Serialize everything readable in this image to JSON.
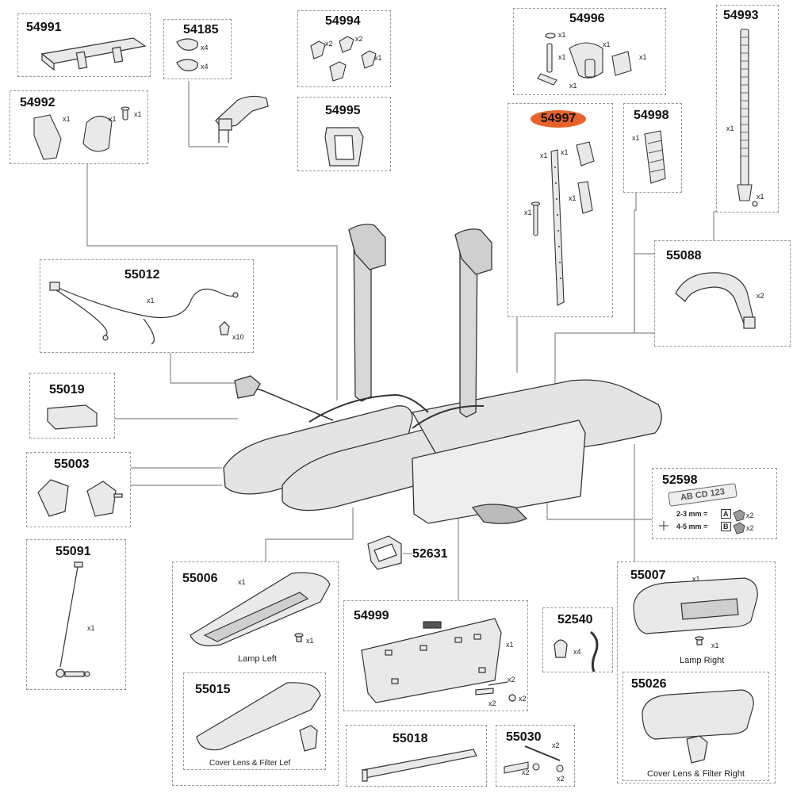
{
  "parts": {
    "p54991": {
      "number": "54991"
    },
    "p54185": {
      "number": "54185",
      "qty_a": "x4",
      "qty_b": "x4"
    },
    "p54994": {
      "number": "54994",
      "qty_a": "x2",
      "qty_b": "x2",
      "qty_c": "x1"
    },
    "p54995": {
      "number": "54995"
    },
    "p54996": {
      "number": "54996",
      "qty_a": "x1",
      "qty_b": "x1",
      "qty_c": "x1",
      "qty_d": "x1",
      "qty_e": "x1"
    },
    "p54993": {
      "number": "54993",
      "qty_a": "x1",
      "qty_b": "x1"
    },
    "p54992": {
      "number": "54992",
      "qty_a": "x1",
      "qty_b": "x1",
      "qty_c": "x1"
    },
    "p54997": {
      "number": "54997",
      "qty_a": "x1",
      "qty_b": "x1",
      "qty_c": "x1",
      "qty_d": "x1"
    },
    "p54998": {
      "number": "54998",
      "qty_a": "x1"
    },
    "p55012": {
      "number": "55012",
      "qty_a": "x1",
      "qty_b": "x10"
    },
    "p55088": {
      "number": "55088",
      "qty_a": "x2"
    },
    "p55019": {
      "number": "55019"
    },
    "p55003": {
      "number": "55003"
    },
    "p52598": {
      "number": "52598",
      "plate": "AB CD 123",
      "row1": "2-3 mm =",
      "row1_code": "A",
      "row1_qty": "x2",
      "row2": "4-5 mm =",
      "row2_code": "B",
      "row2_qty": "x2"
    },
    "p55091": {
      "number": "55091",
      "qty_a": "x1"
    },
    "p52631": {
      "number": "52631"
    },
    "p55006": {
      "number": "55006",
      "qty_a": "x1",
      "qty_b": "x1",
      "caption": "Lamp Left"
    },
    "p55015": {
      "number": "55015",
      "caption": "Cover Lens & Filter Lef"
    },
    "p54999": {
      "number": "54999",
      "qty_a": "x1",
      "qty_b": "x2",
      "qty_c": "x2",
      "qty_d": "x2"
    },
    "p52540": {
      "number": "52540",
      "qty_a": "x4"
    },
    "p55007": {
      "number": "55007",
      "qty_a": "x1",
      "qty_b": "x1",
      "caption": "Lamp Right"
    },
    "p55026": {
      "number": "55026",
      "caption": "Cover Lens & Filter Right"
    },
    "p55018": {
      "number": "55018"
    },
    "p55030": {
      "number": "55030",
      "qty_a": "x2",
      "qty_b": "x2",
      "qty_c": "x2"
    }
  },
  "highlight": {
    "color": "#e8632a",
    "part": "54997"
  },
  "colors": {
    "line": "#8a8a8a",
    "box_border": "#9a9a9a",
    "part_stroke": "#333333",
    "part_fill": "#e9e9e9"
  }
}
